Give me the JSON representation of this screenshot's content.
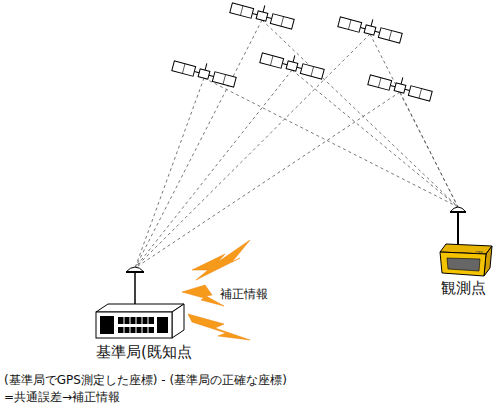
{
  "diagram": {
    "nodes": [
      {
        "text": [
          "基準局(既知点"
        ]
      },
      {
        "text": [
          "観測点"
        ]
      }
    ],
    "labels": [
      "補正情報",
      "GPS",
      "(基準局でGPS測定した座標) - (基準局の正確な座標)",
      "=共通誤差→補正情報"
    ]
  }
}
